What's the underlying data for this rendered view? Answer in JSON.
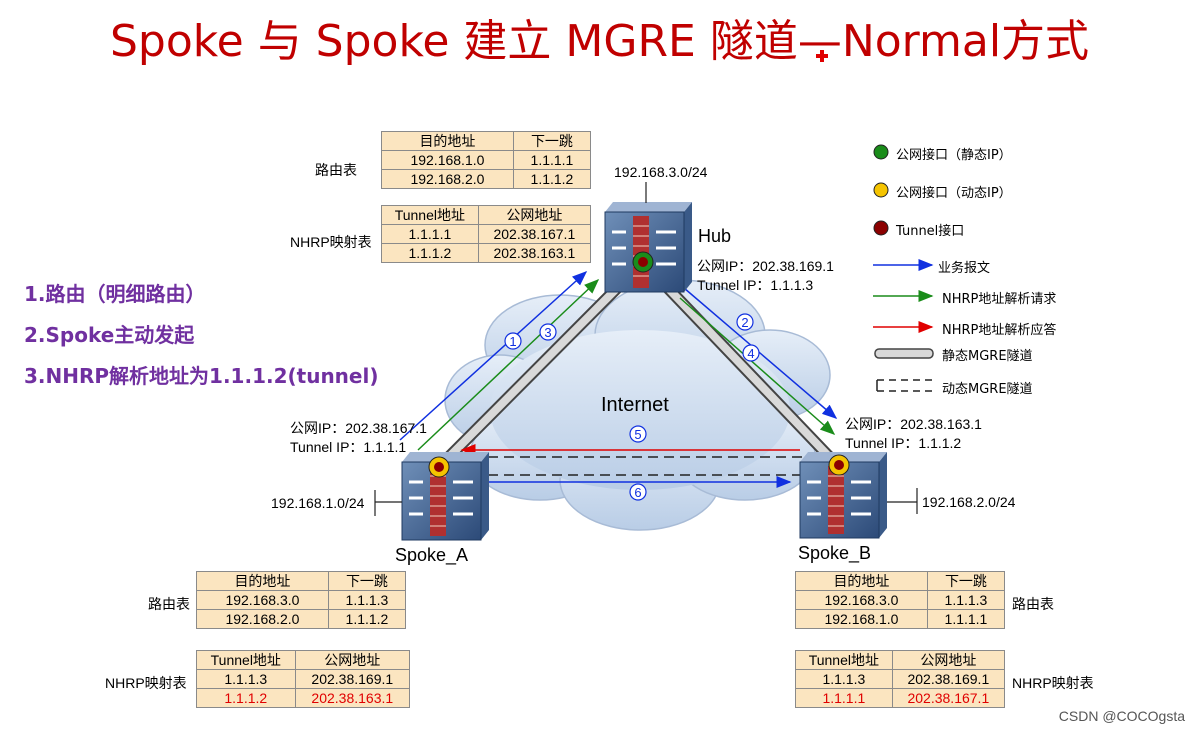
{
  "title": "Spoke 与 Spoke 建立 MGRE 隧道—Normal方式",
  "steps": [
    "1.路由（明细路由）",
    "2.Spoke主动发起",
    "3.NHRP解析地址为1.1.1.2(tunnel)"
  ],
  "labels": {
    "route_table": "路由表",
    "nhrp_table": "NHRP映射表",
    "internet": "Internet"
  },
  "hub": {
    "name": "Hub",
    "subnet": "192.168.3.0/24",
    "public_ip": "公网IP：202.38.169.1",
    "tunnel_ip": "Tunnel IP：1.1.1.3",
    "route_table": {
      "headers": [
        "目的地址",
        "下一跳"
      ],
      "rows": [
        [
          "192.168.1.0",
          "1.1.1.1"
        ],
        [
          "192.168.2.0",
          "1.1.1.2"
        ]
      ]
    },
    "nhrp_table": {
      "headers": [
        "Tunnel地址",
        "公网地址"
      ],
      "rows": [
        [
          "1.1.1.1",
          "202.38.167.1"
        ],
        [
          "1.1.1.2",
          "202.38.163.1"
        ]
      ]
    }
  },
  "spoke_a": {
    "name": "Spoke_A",
    "subnet": "192.168.1.0/24",
    "public_ip": "公网IP：202.38.167.1",
    "tunnel_ip": "Tunnel IP：1.1.1.1",
    "route_table": {
      "headers": [
        "目的地址",
        "下一跳"
      ],
      "rows": [
        [
          "192.168.3.0",
          "1.1.1.3"
        ],
        [
          "192.168.2.0",
          "1.1.1.2"
        ]
      ]
    },
    "nhrp_table": {
      "headers": [
        "Tunnel地址",
        "公网地址"
      ],
      "rows": [
        [
          "1.1.1.3",
          "202.38.169.1"
        ],
        [
          "1.1.1.2",
          "202.38.163.1"
        ]
      ]
    }
  },
  "spoke_b": {
    "name": "Spoke_B",
    "subnet": "192.168.2.0/24",
    "public_ip": "公网IP：202.38.163.1",
    "tunnel_ip": "Tunnel IP：1.1.1.2",
    "route_table": {
      "headers": [
        "目的地址",
        "下一跳"
      ],
      "rows": [
        [
          "192.168.3.0",
          "1.1.1.3"
        ],
        [
          "192.168.1.0",
          "1.1.1.1"
        ]
      ]
    },
    "nhrp_table": {
      "headers": [
        "Tunnel地址",
        "公网地址"
      ],
      "rows": [
        [
          "1.1.1.3",
          "202.38.169.1"
        ],
        [
          "1.1.1.1",
          "202.38.167.1"
        ]
      ]
    }
  },
  "legend": [
    {
      "text": "公网接口（静态IP）",
      "color": "#1a8c1a"
    },
    {
      "text": "公网接口（动态IP）",
      "color": "#f5c400"
    },
    {
      "text": "Tunnel接口",
      "color": "#8b0000"
    },
    {
      "text": "业务报文",
      "color": "#1030e0"
    },
    {
      "text": "NHRP地址解析请求",
      "color": "#1a8c1a"
    },
    {
      "text": "NHRP地址解析应答",
      "color": "#e00000"
    },
    {
      "text": "静态MGRE隧道"
    },
    {
      "text": "动态MGRE隧道"
    }
  ],
  "arrow_numbers": [
    "1",
    "2",
    "3",
    "4",
    "5",
    "6"
  ],
  "watermark": "CSDN @COCOgsta"
}
